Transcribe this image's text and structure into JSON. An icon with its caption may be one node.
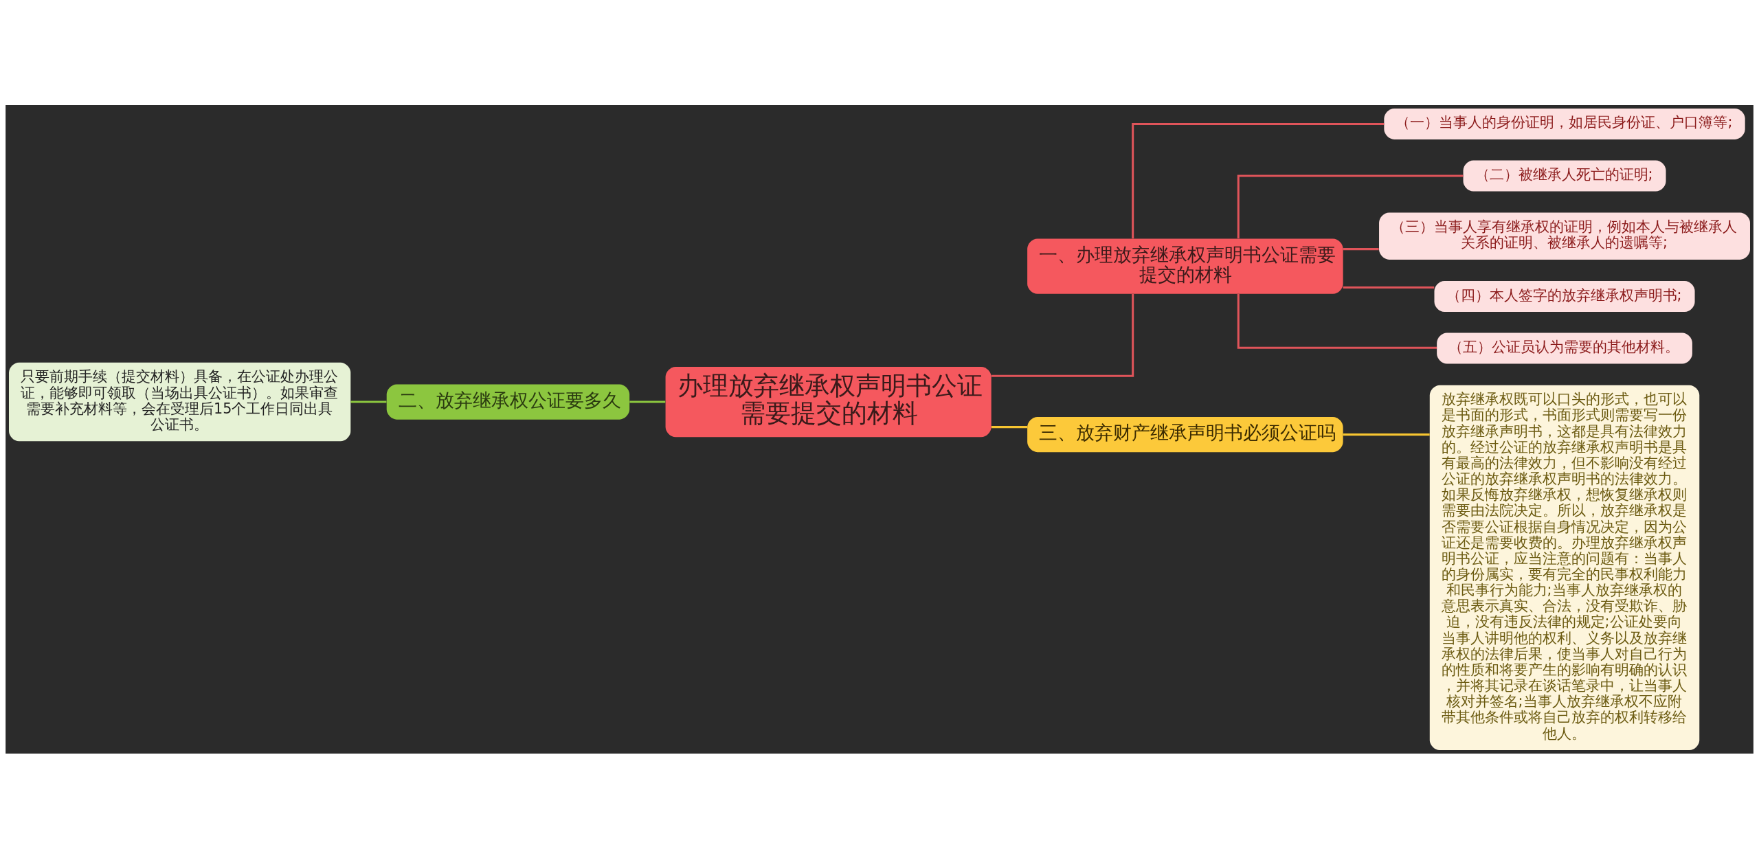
{
  "diagram": {
    "nodes": [
      {
        "text": [
          "办理放弃继承权声明书公证需要提交的材料"
        ]
      },
      {
        "text": [
          "二、放弃继承权公证要多久"
        ]
      },
      {
        "text": [
          "只要前期手续（提交材料）具备，在公证处办理公证，能够即可领取（当场出具公证书）。如果审查需要补充材料等，会在受理后15个工作日同出具公证书。"
        ]
      },
      {
        "text": [
          "一、办理放弃继承权声明书公证需要提交的材料"
        ]
      },
      {
        "text": [
          "（一）当事人的身份证明，如居民身份证、户口簿等;"
        ]
      },
      {
        "text": [
          "（二）被继承人死亡的证明;"
        ]
      },
      {
        "text": [
          "（三）当事人享有继承权的证明，例如本人与被继承人关系的证明、被继承人的遗嘱等;"
        ]
      },
      {
        "text": [
          "（四）本人签字的放弃继承权声明书;"
        ]
      },
      {
        "text": [
          "（五）公证员认为需要的其他材料。"
        ]
      },
      {
        "text": [
          "三、放弃财产继承声明书必须公证吗"
        ]
      },
      {
        "text": [
          "放弃继承权既可以口头的形式，也可以是书面的形式，书面形式则需要写一份放弃继承声明书，这都是具有法律效力的。经过公证的放弃继承权声明书是具有最高的法律效力，但不影响没有经过公证的放弃继承权声明书的法律效力。如果反悔放弃继承权，想恢复继承权则需要由法院决定。所以，放弃继承权是否需要公证根据自身情况决定，因为公证还是需要收费的。办理放弃继承权声明书公证，应当注意的问题有：当事人的身份属实，要有完全的民事权利能力和民事行为能力;当事人放弃继承权的意思表示真实、合法，没有受欺诈、胁迫，没有违反法律的规定;公证处要向当事人讲明他的权利、义务以及放弃继承权的法律后果，使当事人对自己行为的性质和将要产生的影响有明确的认识，并将其记录在谈话笔录中，让当事人核对并签名;当事人放弃继承权不应附带其他条件或将自己放弃的权利转移给他人。"
        ]
      }
    ],
    "edges": [
      {
        "from": 0,
        "to": 1,
        "arrow": "none",
        "color": "#8cc63f"
      },
      {
        "from": 1,
        "to": 2,
        "arrow": "none",
        "color": "#8cc63f"
      },
      {
        "from": 0,
        "to": 3,
        "arrow": "none"
      },
      {
        "from": 3,
        "to": 4,
        "arrow": "none"
      },
      {
        "from": 3,
        "to": 5,
        "arrow": "none"
      },
      {
        "from": 3,
        "to": 6,
        "arrow": "none"
      },
      {
        "from": 3,
        "to": 7,
        "arrow": "none"
      },
      {
        "from": 3,
        "to": 8,
        "arrow": "none"
      },
      {
        "from": 0,
        "to": 9,
        "arrow": "none",
        "color": "#f7c531"
      },
      {
        "from": 9,
        "to": 10,
        "arrow": "none",
        "color": "#f7c531"
      }
    ]
  }
}
